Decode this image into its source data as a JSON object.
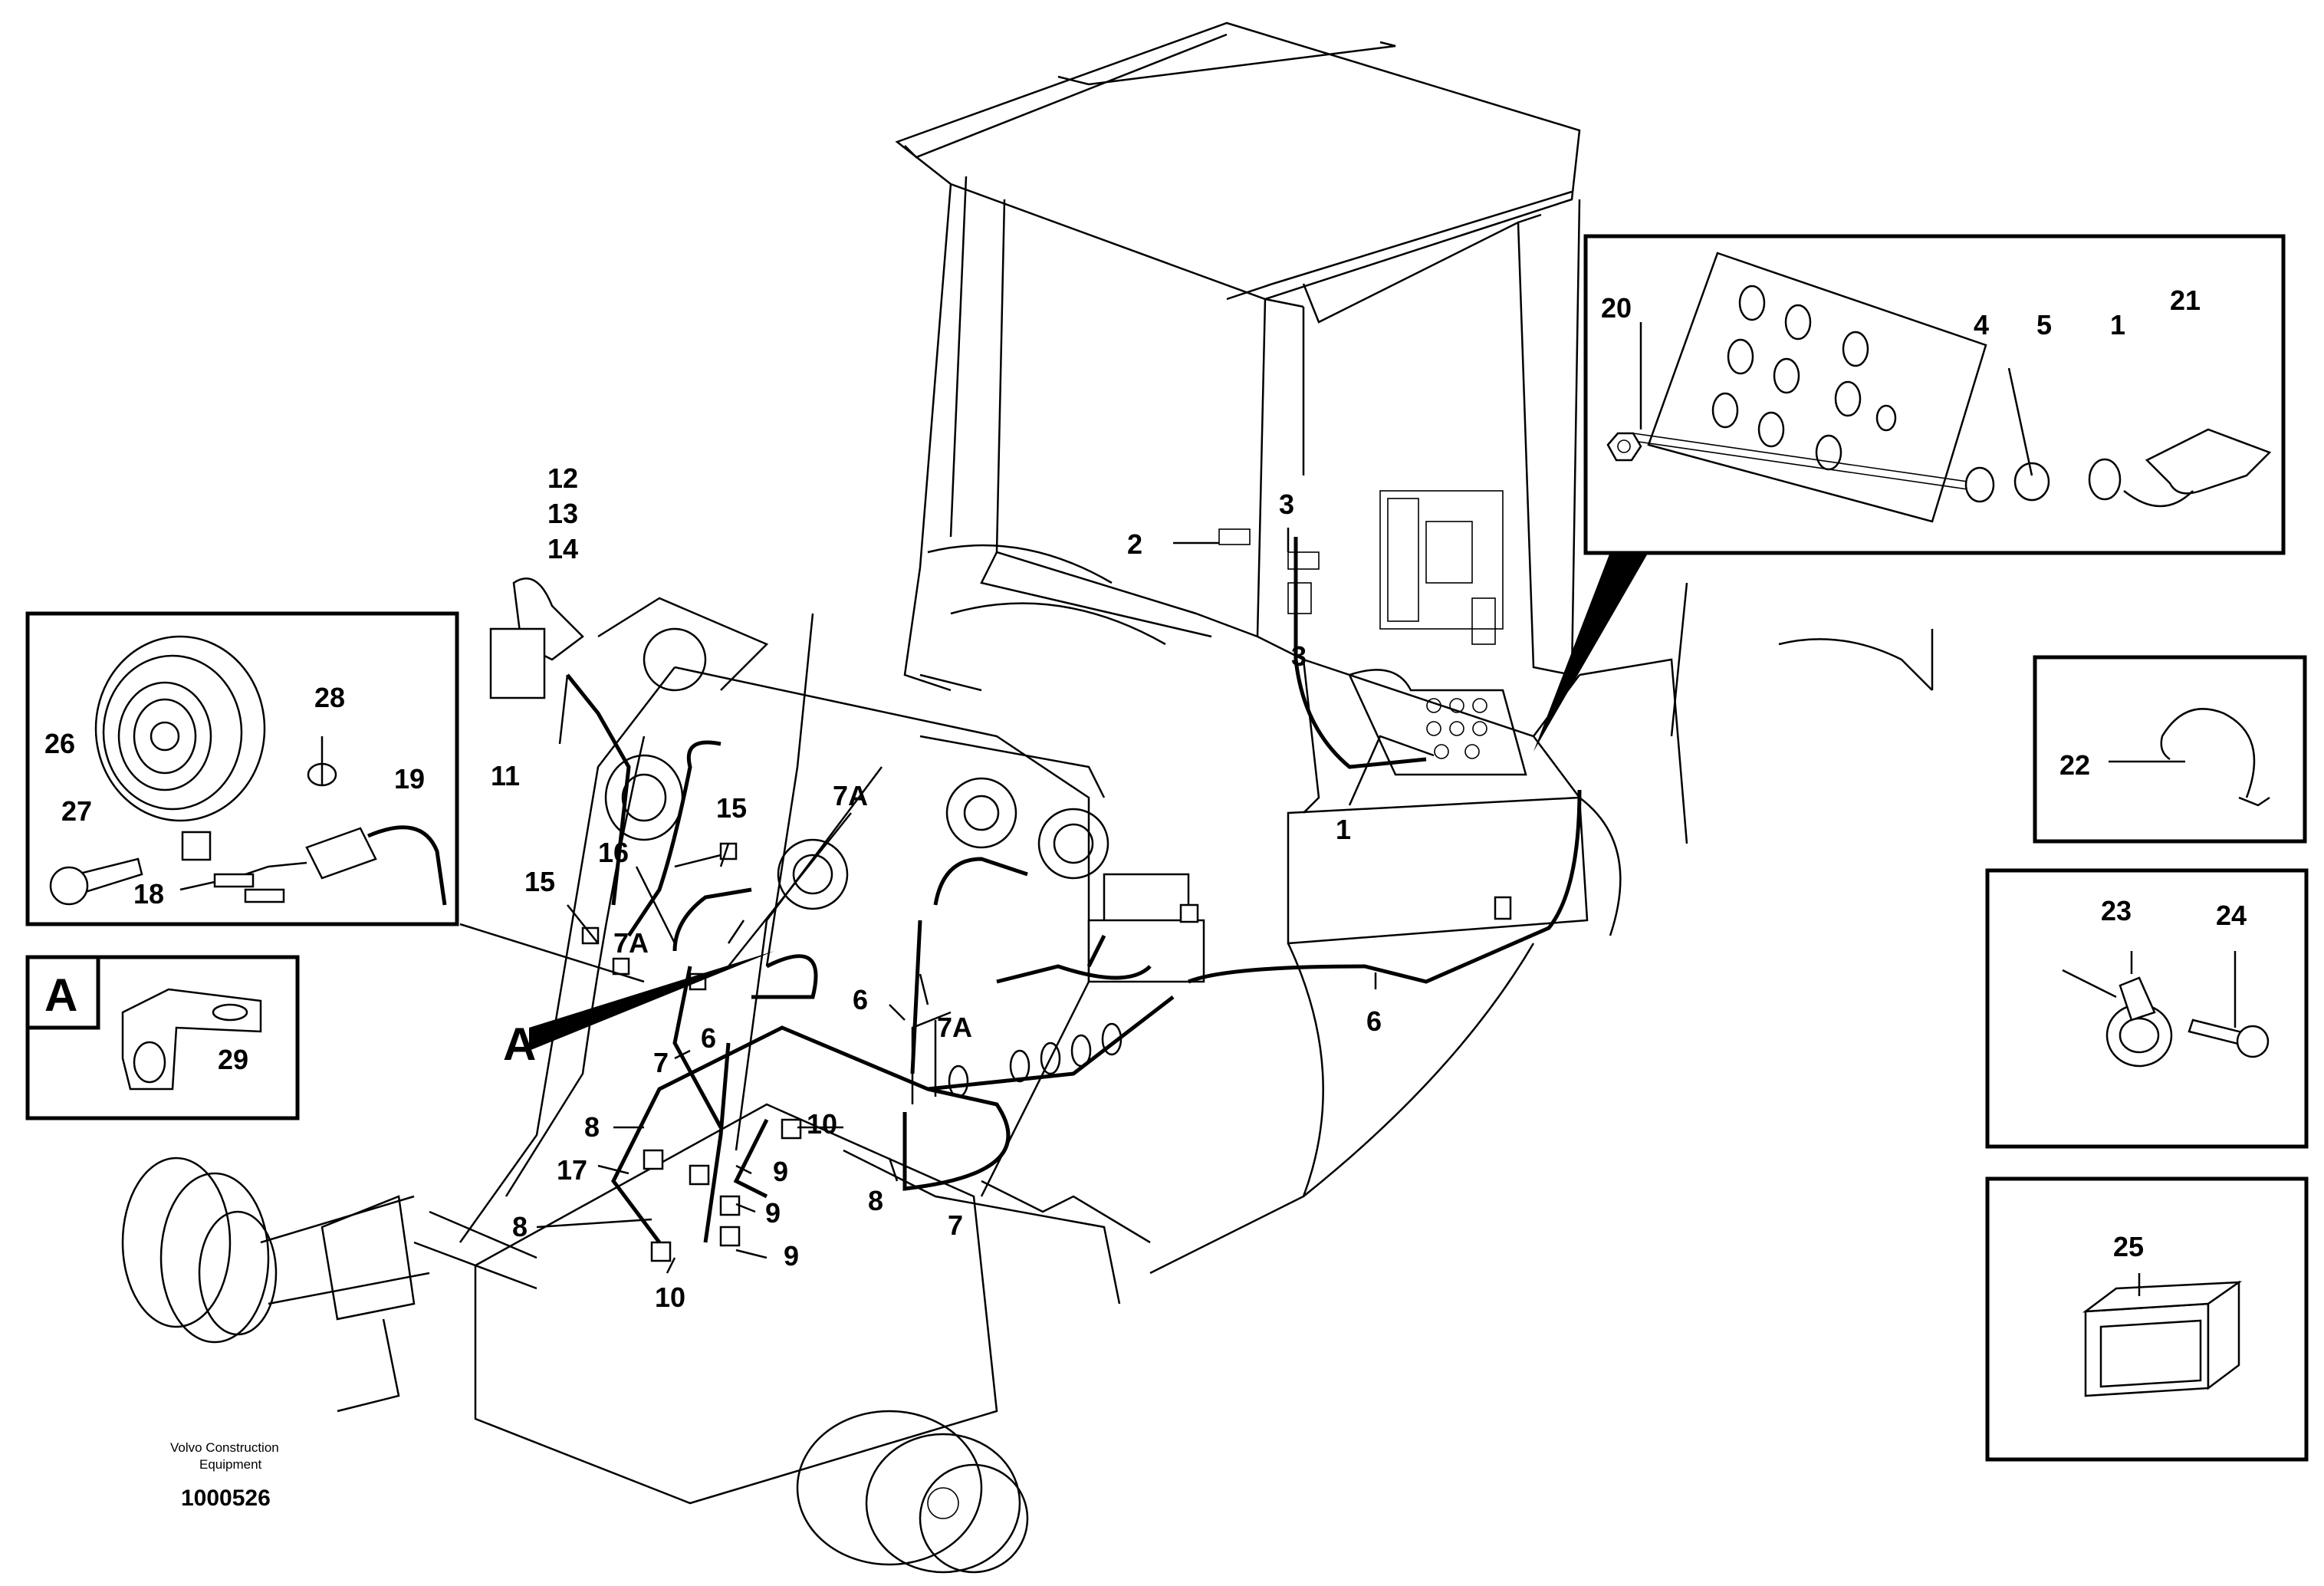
{
  "callouts": {
    "c1": "1",
    "c2": "2",
    "c3": "3",
    "c4": "4",
    "c5": "5",
    "c6": "6",
    "c7": "7",
    "c7a": "7A",
    "c8": "8",
    "c9": "9",
    "c10": "10",
    "c11": "11",
    "c12": "12",
    "c13": "13",
    "c14": "14",
    "c15": "15",
    "c16": "16",
    "c17": "17",
    "c18": "18",
    "c19": "19",
    "c20": "20",
    "c21": "21",
    "c22": "22",
    "c23": "23",
    "c24": "24",
    "c25": "25",
    "c26": "26",
    "c27": "27",
    "c28": "28",
    "c29": "29"
  },
  "detail_label": "A",
  "footer": {
    "company_line1": "Volvo Construction",
    "company_line2": "Equipment",
    "drawing_number": "1000526"
  }
}
